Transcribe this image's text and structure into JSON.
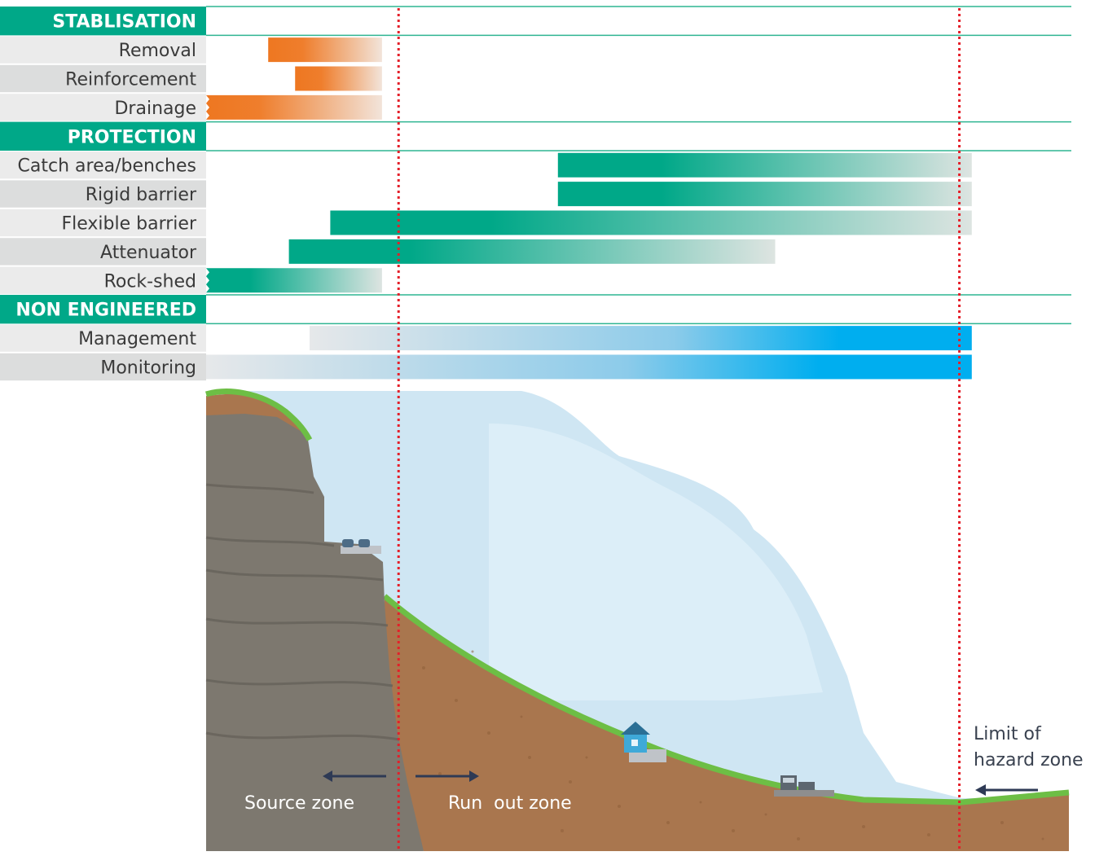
{
  "sections": [
    {
      "title": "STABLISATION",
      "rows": [
        {
          "label": "Removal",
          "start": 0.3,
          "end": 0.85,
          "palette": "orange",
          "jagged_start": false
        },
        {
          "label": "Reinforcement",
          "start": 0.43,
          "end": 0.85,
          "palette": "orange",
          "jagged_start": false
        },
        {
          "label": "Drainage",
          "start": 0.0,
          "end": 0.85,
          "palette": "orange",
          "jagged_start": true
        }
      ]
    },
    {
      "title": "PROTECTION",
      "rows": [
        {
          "label": "Catch area/benches",
          "start": 1.7,
          "end": 3.7,
          "palette": "green",
          "jagged_start": false
        },
        {
          "label": "Rigid barrier",
          "start": 1.7,
          "end": 3.7,
          "palette": "green",
          "jagged_start": false
        },
        {
          "label": "Flexible barrier",
          "start": 0.6,
          "end": 3.7,
          "palette": "green",
          "jagged_start": false
        },
        {
          "label": "Attenuator",
          "start": 0.4,
          "end": 2.75,
          "palette": "green",
          "jagged_start": false
        },
        {
          "label": "Rock-shed",
          "start": 0.0,
          "end": 0.85,
          "palette": "green",
          "jagged_start": true
        }
      ]
    },
    {
      "title": "NON  ENGINEERED",
      "rows": [
        {
          "label": "Management",
          "start": 0.5,
          "end": 3.7,
          "palette": "blue",
          "jagged_start": false
        },
        {
          "label": "Monitoring",
          "start": 0.0,
          "end": 3.7,
          "palette": "blue",
          "jagged_start": false
        }
      ]
    }
  ],
  "zones": {
    "source": "Source zone",
    "runout": "Run  out zone",
    "limit_line1": "Limit of",
    "limit_line2": "hazard zone",
    "boundary_source_runout": 0.93,
    "boundary_limit": 3.64
  },
  "colors": {
    "section_header": "#00A888",
    "divider": "#2FB592",
    "label_bg_a": "#EBEBEB",
    "label_bg_b": "#DCDDDD",
    "label_text": "#3A3A3A",
    "orange": "#EE7721",
    "green": "#00A888",
    "blue": "#00AEEF",
    "red_dotted": "#E4202A",
    "sky": "#CCE5F2",
    "soil": "#A9764E",
    "rock": "#7A756C",
    "grass": "#6DBE45",
    "zone_text": "#FFFFFF",
    "limit_text": "#3A4250"
  }
}
